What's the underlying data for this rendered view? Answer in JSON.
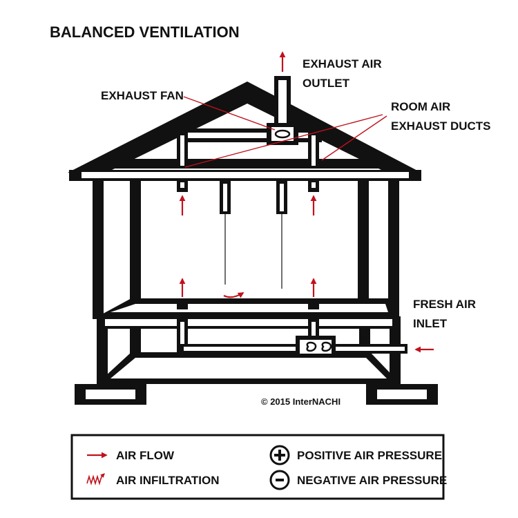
{
  "title": "BALANCED VENTILATION",
  "labels": {
    "exhaust_air_outlet": [
      "EXHAUST AIR",
      "OUTLET"
    ],
    "exhaust_fan": "EXHAUST FAN",
    "room_air_exhaust_ducts": [
      "ROOM AIR",
      "EXHAUST DUCTS"
    ],
    "fresh_air_inlet": [
      "FRESH AIR",
      "INLET"
    ]
  },
  "copyright": "© 2015 InterNACHI",
  "legend": {
    "air_flow": "AIR FLOW",
    "air_infiltration": "AIR INFILTRATION",
    "positive_pressure": "POSITIVE AIR PRESSURE",
    "negative_pressure": "NEGATIVE AIR PRESSURE"
  },
  "colors": {
    "structure": "#111111",
    "arrow": "#c0121d",
    "background": "#ffffff"
  },
  "icons": {
    "air_flow": "red-arrow-icon",
    "air_infiltration": "red-squiggle-arrow-icon",
    "positive_pressure": "plus-circle-icon",
    "negative_pressure": "minus-circle-icon",
    "fan": "fan-icon"
  }
}
